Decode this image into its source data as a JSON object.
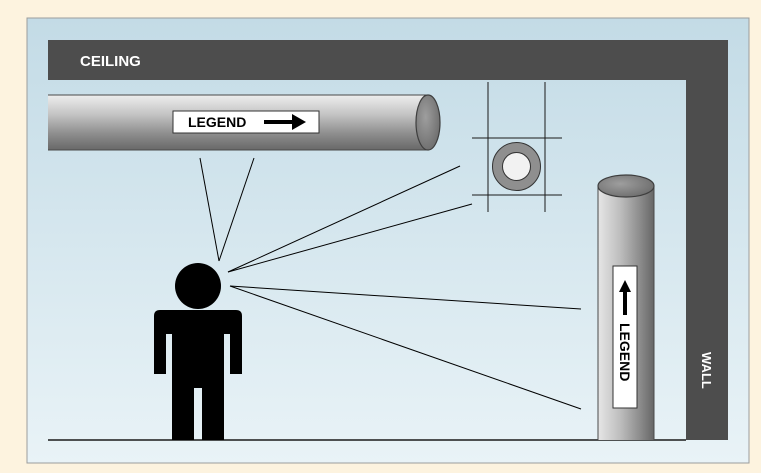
{
  "labels": {
    "ceiling": "CEILING",
    "wall": "WALL",
    "legend_horizontal": "LEGEND",
    "legend_vertical": "LEGEND"
  },
  "colors": {
    "page_background": "#fdf3df",
    "room_background_top": "#c3dbe6",
    "room_background_bottom": "#e9f3f7",
    "ceiling_wall": "#4d4d4d",
    "label_text_on_dark": "#ffffff",
    "person": "#000000",
    "sight_lines": "#000000"
  }
}
